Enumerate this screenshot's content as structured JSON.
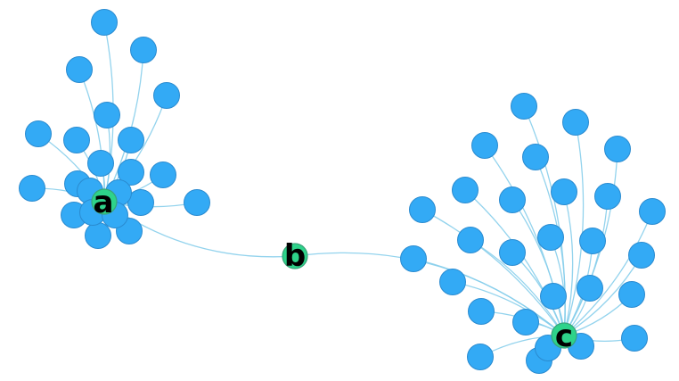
{
  "colors": {
    "leaf_fill": "#33aaf5",
    "hub_fill": "#2ed38a",
    "edge": "#87ceeb",
    "label": "#000000"
  },
  "hubs": [
    {
      "id": "a",
      "label": "a"
    },
    {
      "id": "b",
      "label": "b"
    },
    {
      "id": "c",
      "label": "c"
    }
  ],
  "graph": {
    "hub_edges": [
      [
        "a",
        "b"
      ],
      [
        "b",
        "c"
      ]
    ],
    "leaf_counts": {
      "a": 22,
      "c": 28
    }
  }
}
